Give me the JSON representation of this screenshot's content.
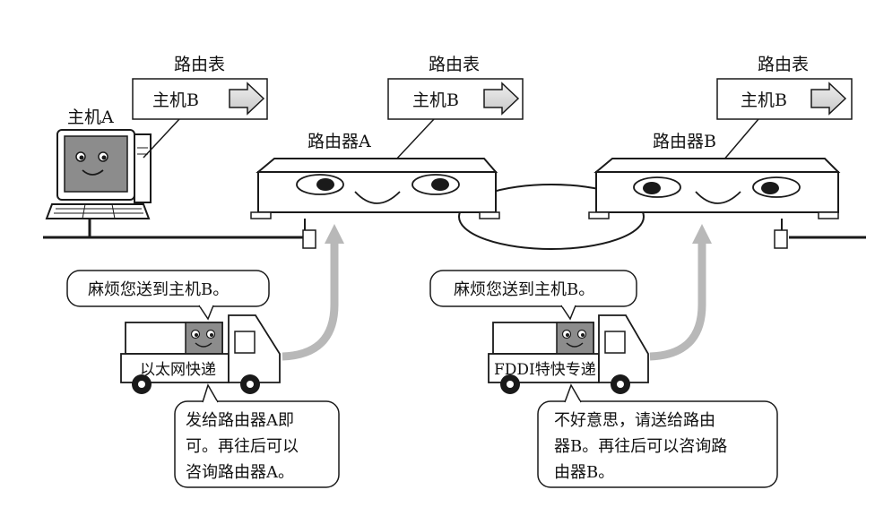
{
  "labels": {
    "host_a": "主机A",
    "router_a": "路由器A",
    "router_b": "路由器B"
  },
  "route_tables": {
    "title": "路由表",
    "entry": "主机B"
  },
  "trucks": {
    "left_label": "以太网快递",
    "right_label": "FDDI特快专递"
  },
  "speech": {
    "left_request": "麻烦您送到主机B。",
    "right_request": "麻烦您送到主机B。",
    "left_reply": [
      "发给路由器A即",
      "可。再往后可以",
      "咨询路由器A。"
    ],
    "right_reply": [
      "不好意思，请送给路由",
      "器B。再往后可以咨询路",
      "由器B。"
    ]
  },
  "colors": {
    "line": "#1a1a1a",
    "arrow_gray": "#b8b8b8",
    "screen_gray": "#8c8c8c"
  }
}
